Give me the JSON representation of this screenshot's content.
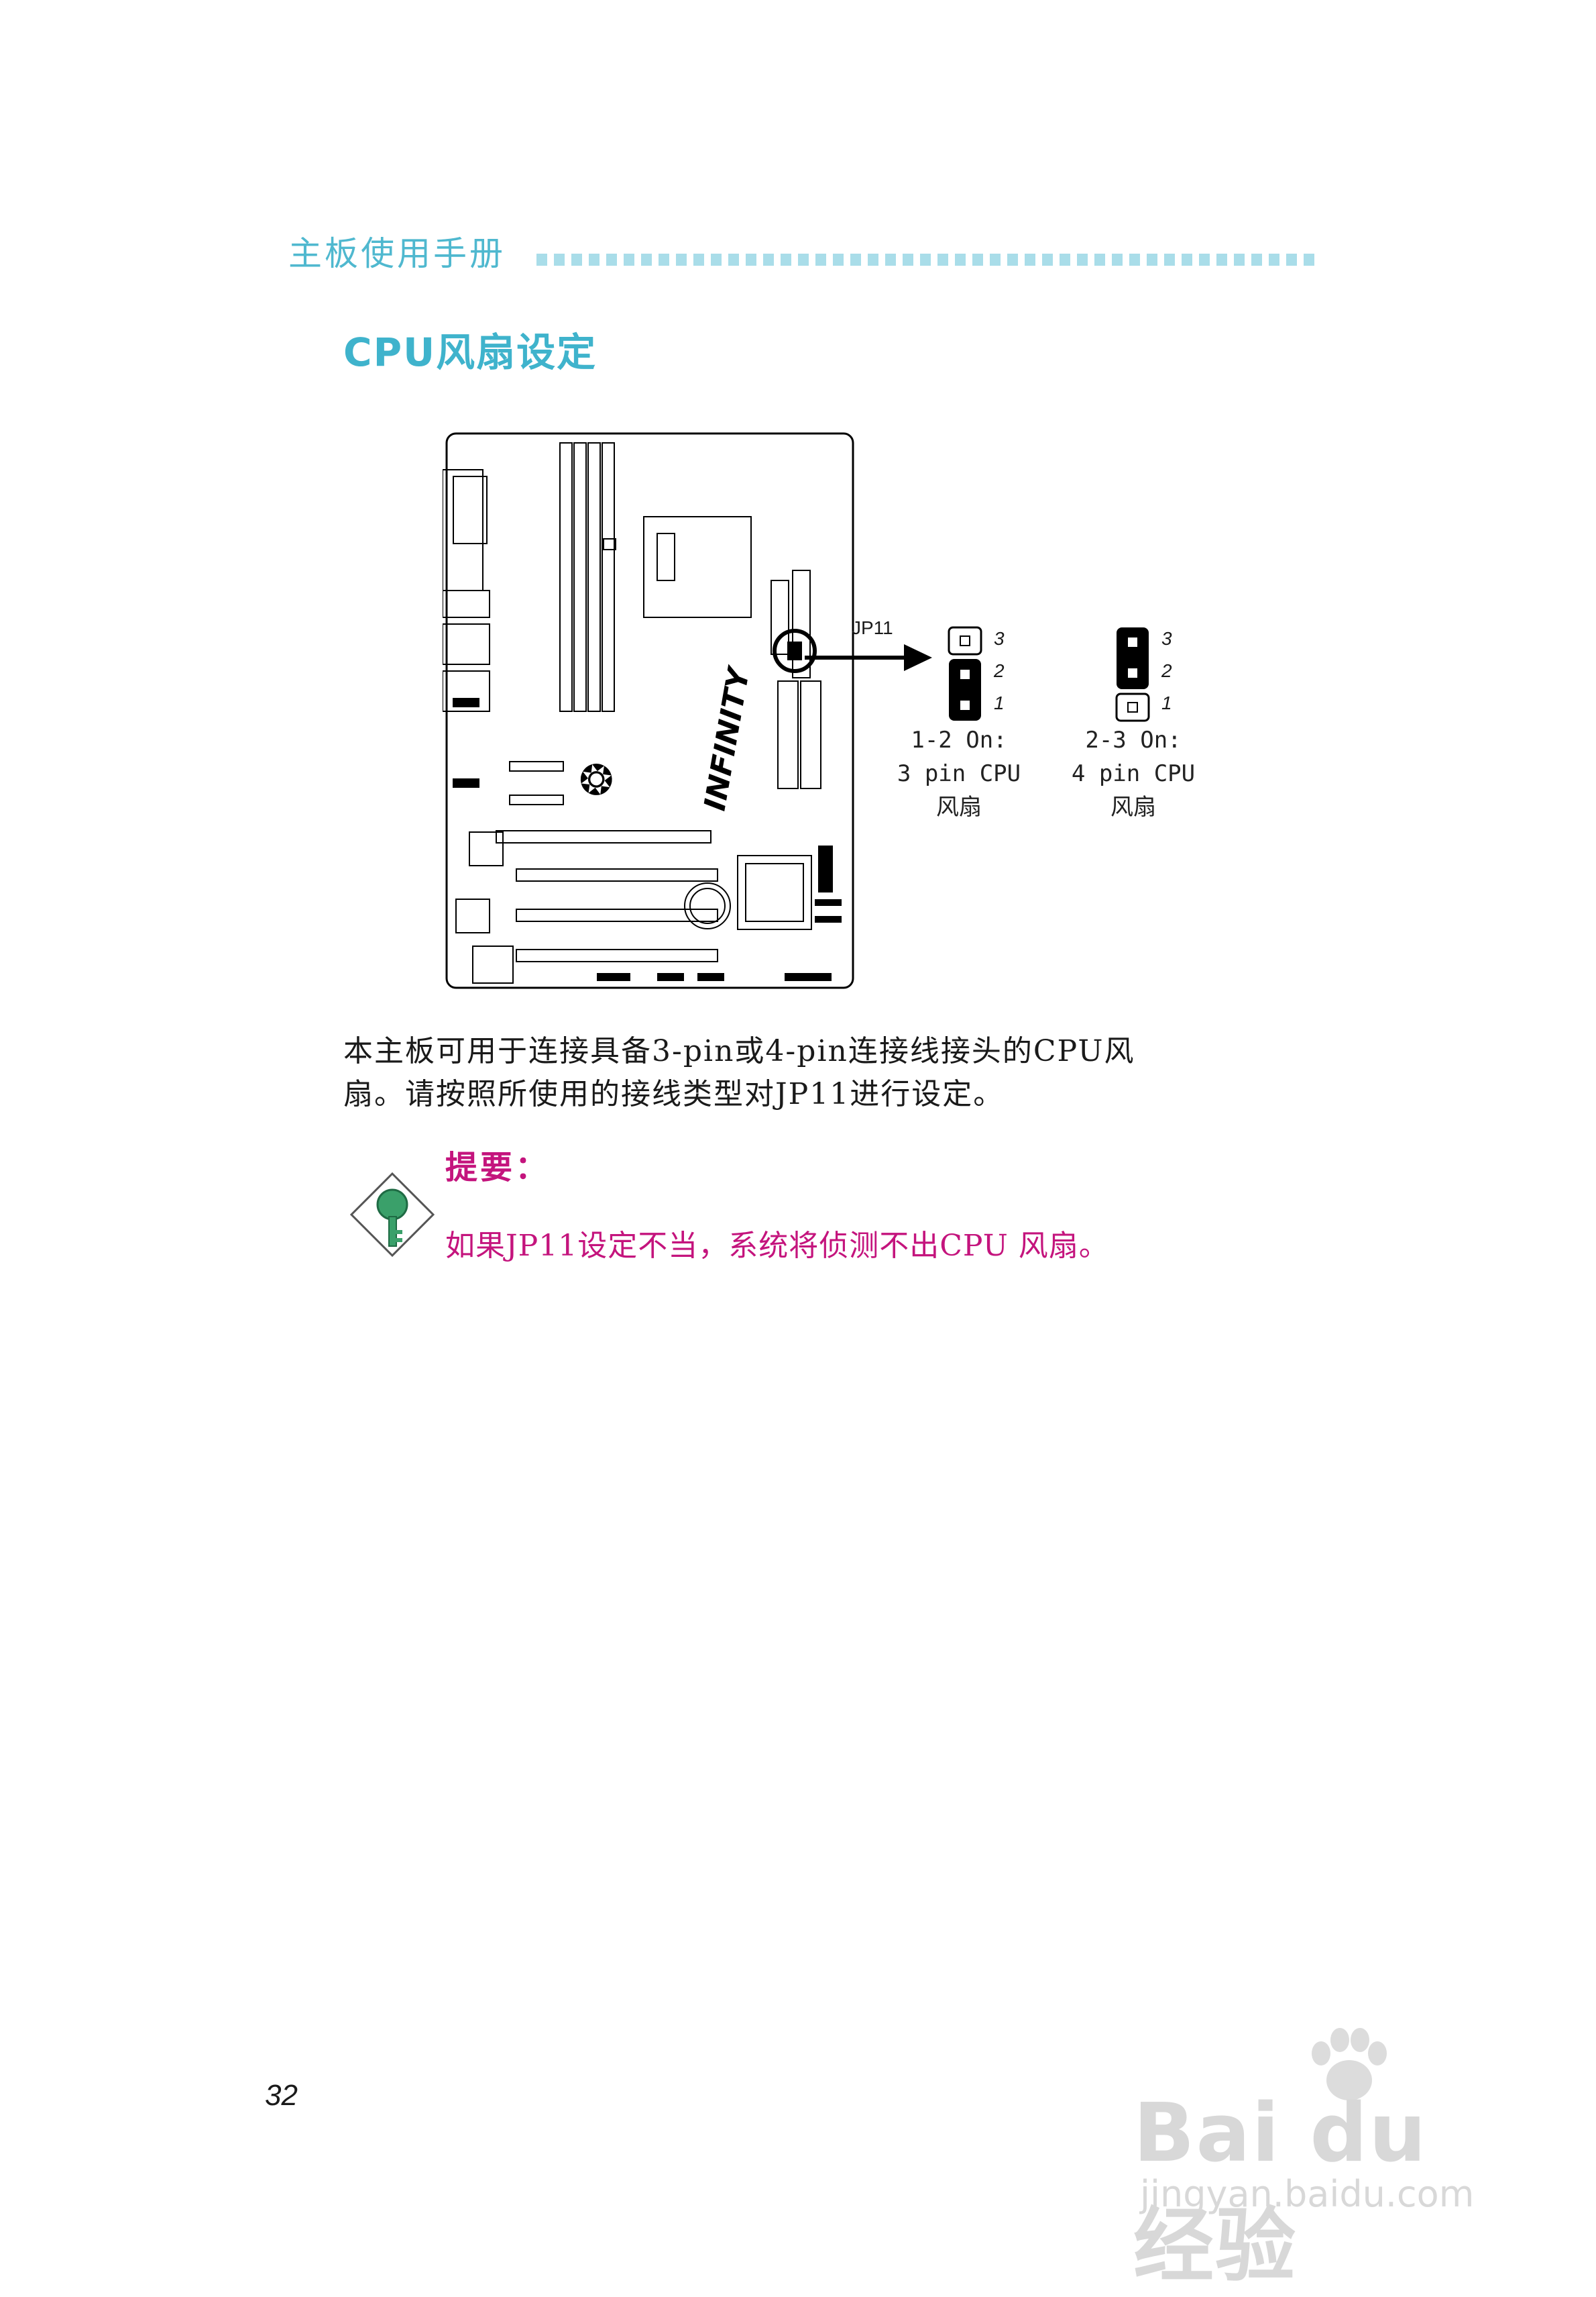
{
  "header": {
    "manual_title": "主板使用手册"
  },
  "section": {
    "title": "CPU风扇设定"
  },
  "jumper": {
    "label": "JP11",
    "pins": [
      "3",
      "2",
      "1"
    ],
    "option_a": {
      "line1": "1-2  On:",
      "line2": "3 pin CPU",
      "line3": "风扇"
    },
    "option_b": {
      "line1": "2-3  On:",
      "line2": "4 pin CPU",
      "line3": "风扇"
    }
  },
  "body": {
    "line1": "本主板可用于连接具备3-pin或4-pin连接线接头的CPU风",
    "line2": "扇。请按照所使用的接线类型对JP11进行设定。"
  },
  "note": {
    "title": "提要：",
    "text": "如果JP11设定不当，系统将侦测不出CPU  风扇。"
  },
  "page_number": "32",
  "watermark": {
    "brand": "Bai du 经验",
    "url": "jingyan.baidu.com"
  },
  "colors": {
    "header": "#4fb8cf",
    "note": "#c4147d",
    "key_icon": "#3aa06a"
  }
}
